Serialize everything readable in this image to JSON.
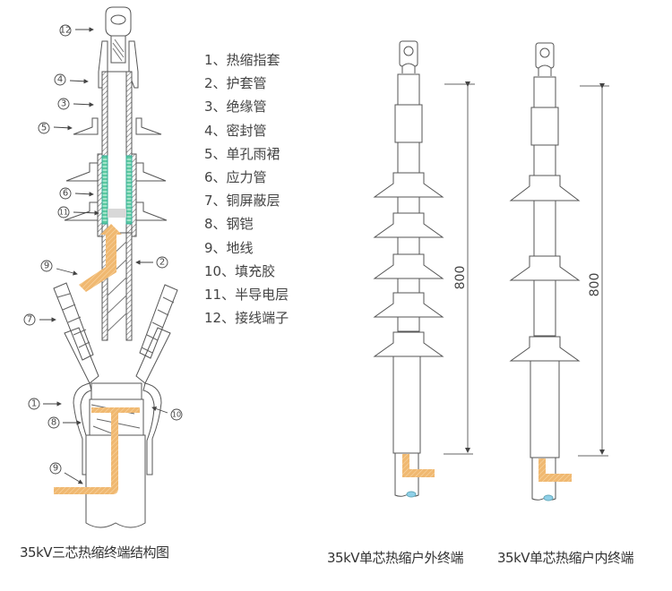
{
  "legend": {
    "items": [
      {
        "num": "1",
        "label": "1、热缩指套"
      },
      {
        "num": "2",
        "label": "2、护套管"
      },
      {
        "num": "3",
        "label": "3、绝缘管"
      },
      {
        "num": "4",
        "label": "4、密封管"
      },
      {
        "num": "5",
        "label": "5、单孔雨裙"
      },
      {
        "num": "6",
        "label": "6、应力管"
      },
      {
        "num": "7",
        "label": "7、铜屏蔽层"
      },
      {
        "num": "8",
        "label": "8、钢铠"
      },
      {
        "num": "9",
        "label": "9、地线"
      },
      {
        "num": "10",
        "label": "10、填充胶"
      },
      {
        "num": "11",
        "label": "11、半导电层"
      },
      {
        "num": "12",
        "label": "12、接线端子"
      }
    ]
  },
  "callouts": {
    "c12": "12",
    "c4": "4",
    "c3": "3",
    "c5": "5",
    "c6": "6",
    "c11": "11",
    "c9a": "9",
    "c2": "2",
    "c7": "7",
    "c1": "1",
    "c8": "8",
    "c10": "10",
    "c9b": "9"
  },
  "dimensions": {
    "outdoor_length": "800",
    "indoor_length": "800"
  },
  "captions": {
    "three_core": "35kV三芯热缩终端结构图",
    "outdoor": "35kV单芯热缩户外终端",
    "indoor": "35kV单芯热缩户内终端"
  },
  "colors": {
    "line": "#555555",
    "ground_wire": "#f0b870",
    "stress_tube": "#5cc9a0",
    "semi_conductive": "#d8d8d8",
    "core_end": "#8fd0e8"
  }
}
